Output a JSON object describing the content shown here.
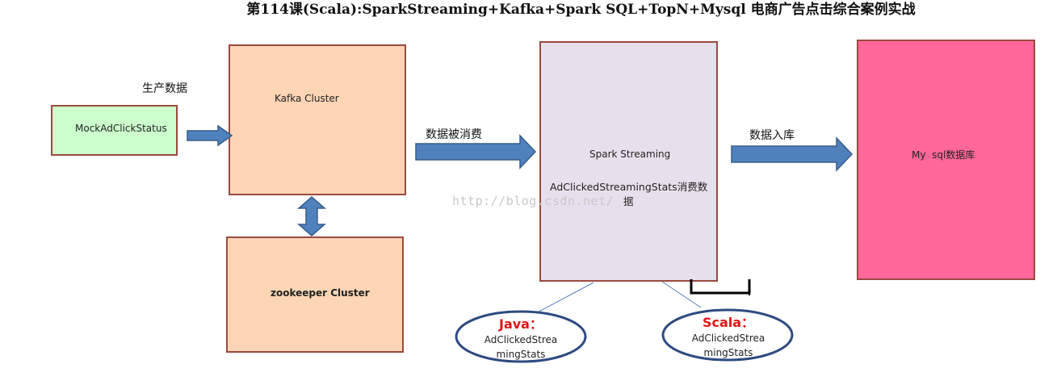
{
  "title": "第114课(Scala):SparkStreaming+Kafka+Spark SQL+TopN+Mysql 电商广告点击综合案例实战",
  "nodes": {
    "mock": {
      "label": "MockAdClickStatus",
      "color": "#ccffcc"
    },
    "kafka": {
      "label": "Kafka Cluster",
      "color": "#fcd5b5"
    },
    "zookeeper": {
      "label": "zookeeper Cluster",
      "color": "#fcd5b5"
    },
    "spark": {
      "line1": "Spark Streaming",
      "line2": "AdClickedStreamingStats消费数",
      "line3": "据",
      "color": "#e6e0ec"
    },
    "mysql": {
      "label": "My  sql数据库",
      "color": "#ff6699"
    }
  },
  "edges": {
    "produce": "生产数据",
    "consume": "数据被消费",
    "store": "数据入库"
  },
  "ellipses": {
    "java": {
      "lang": "Java：",
      "line1": "AdClickedStrea",
      "line2": "mingStats"
    },
    "scala": {
      "lang": "Scala：",
      "line1": "AdClickedStrea",
      "line2": "mingStats"
    }
  },
  "watermark": "http://blog.csdn.net/",
  "colors": {
    "arrow_fill": "#4f81bd",
    "arrow_stroke": "#385d8a",
    "box_border": "#9b4a3f",
    "ellipse_border": "#2e4a80"
  }
}
